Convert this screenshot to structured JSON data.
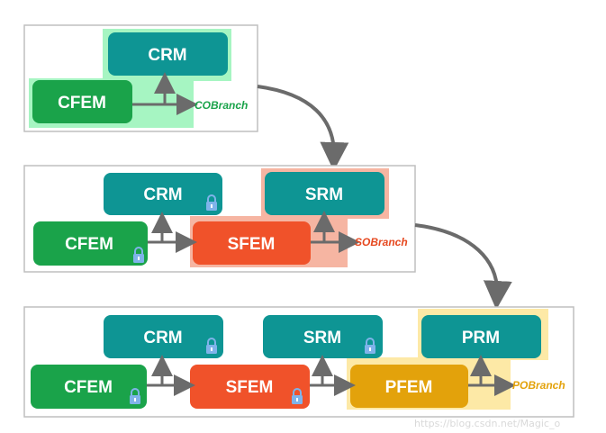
{
  "colors": {
    "crm": "#0e9594",
    "cfem": "#1aa34a",
    "sfem": "#f0522a",
    "pfem": "#e3a20b",
    "lock": "#7fb3ea",
    "co_highlight": "#a6f5c2",
    "so_highlight": "#f6b5a2",
    "po_highlight": "#fde9a6",
    "arrow": "#6b6b6b",
    "co_text": "#1aa34a",
    "so_text": "#e6481f",
    "po_text": "#e3a20b"
  },
  "stage1": {
    "crm": "CRM",
    "cfem": "CFEM",
    "branch": "COBranch"
  },
  "stage2": {
    "crm": "CRM",
    "srm": "SRM",
    "cfem": "CFEM",
    "sfem": "SFEM",
    "branch": "SOBranch"
  },
  "stage3": {
    "crm": "CRM",
    "srm": "SRM",
    "prm": "PRM",
    "cfem": "CFEM",
    "sfem": "SFEM",
    "pfem": "PFEM",
    "branch": "POBranch"
  },
  "watermark": "https://blog.csdn.net/Magic_o"
}
